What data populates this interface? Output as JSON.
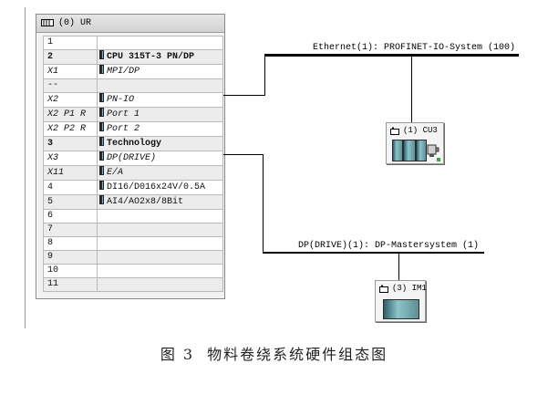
{
  "rack": {
    "title": "(0) UR",
    "rows": [
      {
        "slot": "1",
        "module": "",
        "icon": false,
        "style": "plain",
        "alt": false
      },
      {
        "slot": "2",
        "module": "CPU 315T-3 PN/DP",
        "icon": true,
        "style": "bold",
        "alt": true
      },
      {
        "slot": "X1",
        "module": "MPI/DP",
        "icon": true,
        "style": "italic",
        "alt": false
      },
      {
        "slot": "--",
        "module": "",
        "icon": false,
        "style": "plain",
        "alt": true
      },
      {
        "slot": "X2",
        "module": "PN-IO",
        "icon": true,
        "style": "italic",
        "alt": false
      },
      {
        "slot": "X2 P1 R",
        "module": "Port 1",
        "icon": true,
        "style": "italic",
        "alt": true
      },
      {
        "slot": "X2 P2 R",
        "module": "Port 2",
        "icon": true,
        "style": "italic",
        "alt": false
      },
      {
        "slot": "3",
        "module": "Technology",
        "icon": true,
        "style": "bold",
        "alt": true
      },
      {
        "slot": "X3",
        "module": "DP(DRIVE)",
        "icon": true,
        "style": "italic",
        "alt": false
      },
      {
        "slot": "X11",
        "module": "E/A",
        "icon": true,
        "style": "italic",
        "alt": true
      },
      {
        "slot": "4",
        "module": "DI16/D016x24V/0.5A",
        "icon": true,
        "style": "plain",
        "alt": false
      },
      {
        "slot": "5",
        "module": "AI4/AO2x8/8Bit",
        "icon": true,
        "style": "plain",
        "alt": true
      },
      {
        "slot": "6",
        "module": "",
        "icon": false,
        "style": "plain",
        "alt": false
      },
      {
        "slot": "7",
        "module": "",
        "icon": false,
        "style": "plain",
        "alt": true
      },
      {
        "slot": "8",
        "module": "",
        "icon": false,
        "style": "plain",
        "alt": false
      },
      {
        "slot": "9",
        "module": "",
        "icon": false,
        "style": "plain",
        "alt": true
      },
      {
        "slot": "10",
        "module": "",
        "icon": false,
        "style": "plain",
        "alt": false
      },
      {
        "slot": "11",
        "module": "",
        "icon": false,
        "style": "plain",
        "alt": true
      }
    ]
  },
  "network": {
    "ethernet_label": "Ethernet(1): PROFINET-IO-System (100)",
    "dp_label": "DP(DRIVE)(1): DP-Mastersystem (1)"
  },
  "devices": {
    "cu3_label": "(1) CU3",
    "im1_label": "(3) IM1"
  },
  "caption": {
    "figure_number": "图 3",
    "text": "物料卷绕系统硬件组态图"
  }
}
